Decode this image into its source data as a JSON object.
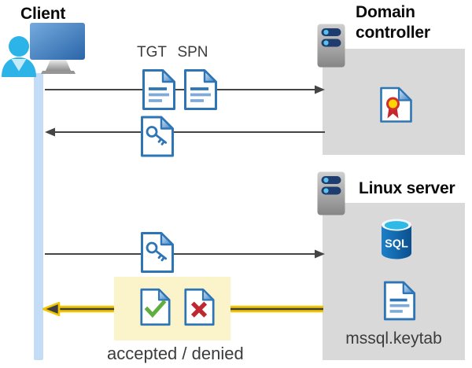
{
  "client": {
    "label": "Client"
  },
  "domain_controller": {
    "label": "Domain controller"
  },
  "linux_server": {
    "label": "Linux server",
    "sql_badge": "SQL",
    "keytab_label": "mssql.keytab"
  },
  "flow": {
    "tgt_label": "TGT",
    "spn_label": "SPN",
    "result_label": "accepted / denied"
  },
  "icons": {
    "client": "user-at-monitor-icon",
    "servers": "server-icon",
    "tickets": "document-icon",
    "service_ticket": "key-document-icon",
    "domain_controller_content": "certificate-icon",
    "database": "sql-database-icon",
    "keytab": "document-icon",
    "accepted": "check-document-icon",
    "denied": "cross-document-icon",
    "request": "arrow-right-icon",
    "response": "arrow-left-icon",
    "result": "highlighted-arrow-left-icon"
  },
  "colors": {
    "doc_blue": "#2E75B6",
    "doc_line_light": "#7FA9D8",
    "box_gray": "#D9D9D9",
    "highlight_yellow_bg": "#FBF3CA",
    "accent_gold": "#F2C500",
    "timeline_blue": "#C3DDF6",
    "arrow_gray": "#454545",
    "check_green": "#5FAE3F",
    "cross_red": "#BE2830",
    "server_navy": "#1E3C6E",
    "cyan_person": "#2CB4E8",
    "sql_blue": "#1272BE",
    "seal_red": "#D2302F",
    "seal_yellow": "#FFD400"
  }
}
